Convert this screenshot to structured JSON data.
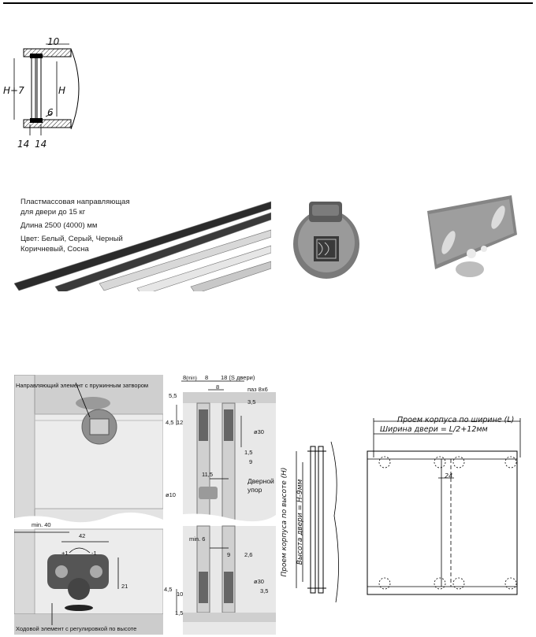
{
  "section_profile": {
    "dim_top": "10",
    "dim_left": "H+7",
    "dim_right": "H",
    "dim_gap": "6",
    "dim_bottom_left": "14",
    "dim_bottom_right": "14"
  },
  "rails": {
    "line1": "Пластмассовая направляющая",
    "line2": "для двери до 15 кг",
    "length": "Длина 2500 (4000) мм",
    "color_line1": "Цвет: Белый, Серый, Черный",
    "color_line2": "Коричневый, Сосна",
    "rail_colors": [
      "#2b2b2b",
      "#3a3a3a",
      "#d8d8d8",
      "#e6e6e6",
      "#c8c8c8"
    ]
  },
  "install": {
    "guide_label": "Направляющий элемент с пружинным затвором",
    "roller_label": "Ходовой элемент с регулировкой по высоте",
    "min40": "min. 40",
    "d42": "42",
    "plus1": "+1",
    "minus1": "-1",
    "d21": "21"
  },
  "mid": {
    "t8min": "8",
    "t8min_sub": "(min)",
    "t8": "8",
    "t18": "18 (S двери)",
    "t8b": "8",
    "groove": "паз 8х6",
    "d55": "5,5",
    "d35": "3,5",
    "d45": "4,5",
    "d12": "12",
    "d30": "ø30",
    "d15": "1,5",
    "d9": "9",
    "d115": "11,5",
    "d10": "ø10",
    "stop_line1": "Дверной",
    "stop_line2": "упор",
    "min6": "min. 6",
    "d9b": "9",
    "d26": "2,6",
    "d30b": "ø30",
    "d35b": "3,5",
    "d45b": "4,5",
    "d10b": "10",
    "d15b": "1,5"
  },
  "frame": {
    "width_label": "Проем корпуса по ширине (L)",
    "door_width": "Ширина двери = L/2+12мм",
    "height_label": "Проем корпуса по высоте (H)",
    "door_height": "Высота двери = H-9мм",
    "overlap": "24"
  }
}
